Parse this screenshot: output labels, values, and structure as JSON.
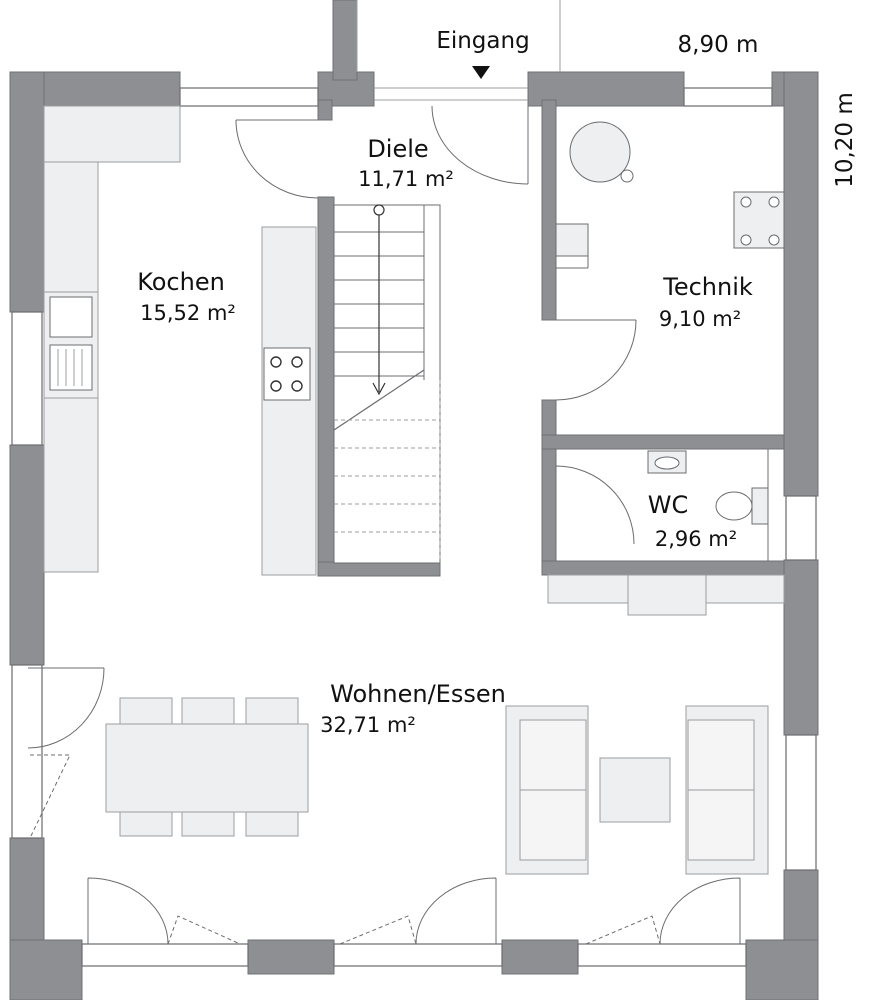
{
  "colors": {
    "wall": "#8d8f92",
    "wall_edge": "#6f7174",
    "furniture": "#eeeff0",
    "furniture_edge": "#9a9c9f",
    "line": "#6a6c6f",
    "text": "#111111"
  },
  "entrance": {
    "label": "Eingang"
  },
  "dimensions": {
    "width": "8,90 m",
    "depth": "10,20 m"
  },
  "rooms": [
    {
      "id": "diele",
      "name": "Diele",
      "area": "11,71 m²"
    },
    {
      "id": "kochen",
      "name": "Kochen",
      "area": "15,52 m²"
    },
    {
      "id": "technik",
      "name": "Technik",
      "area": "9,10 m²"
    },
    {
      "id": "wc",
      "name": "WC",
      "area": "2,96 m²"
    },
    {
      "id": "wohnen",
      "name": "Wohnen/Essen",
      "area": "32,71 m²"
    }
  ],
  "icons": {
    "entrance_marker": "triangle-down-icon"
  }
}
